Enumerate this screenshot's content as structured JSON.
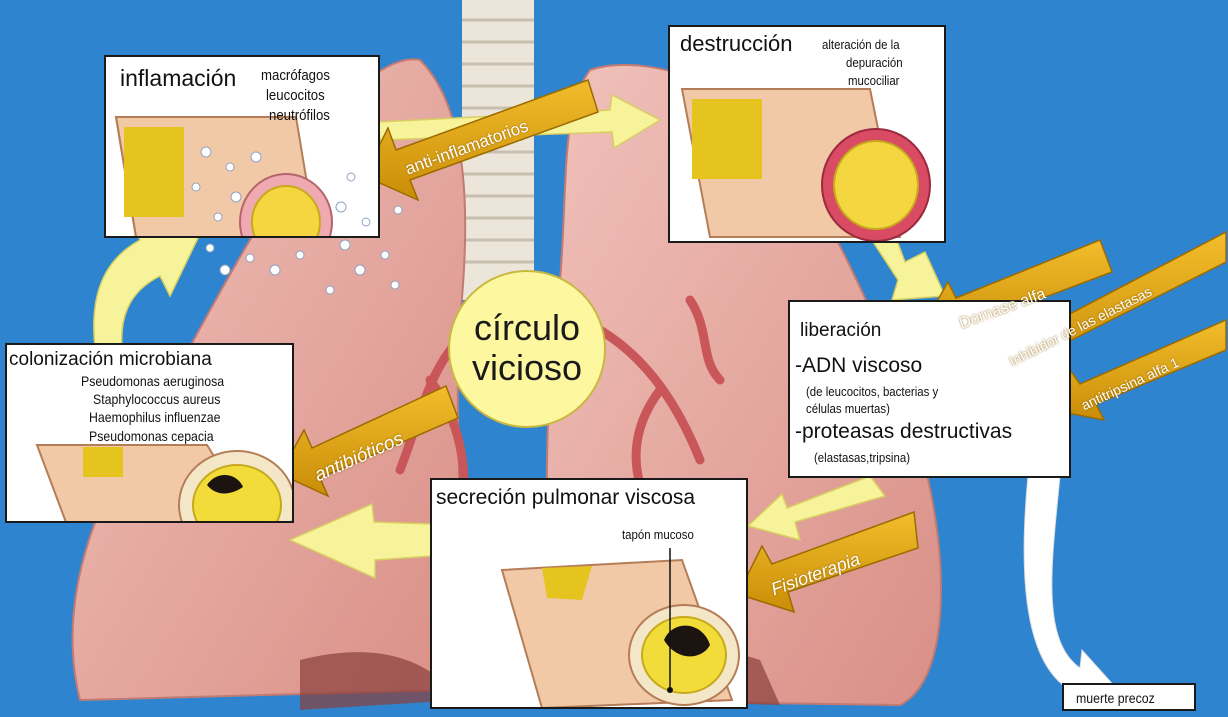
{
  "center": {
    "line1": "círculo",
    "line2": "vicioso"
  },
  "boxes": {
    "inflamacion": {
      "title": "inflamación",
      "cells": [
        "macrófagos",
        "leucocitos",
        "neutrófilos"
      ]
    },
    "destruccion": {
      "title": "destrucción",
      "note": [
        "alteración de la",
        "depuración",
        "mucociliar"
      ]
    },
    "liberacion": {
      "title": "liberación",
      "adn": "-ADN viscoso",
      "adn_note": [
        "(de leucocitos, bacterias y",
        "células muertas)"
      ],
      "proteasas": "-proteasas destructivas",
      "proteasas_note": "(elastasas,tripsina)"
    },
    "secrecion": {
      "title": "secreción pulmonar viscosa",
      "label": "tapón mucoso"
    },
    "colonizacion": {
      "title": "colonización microbiana",
      "organisms": [
        "Pseudomonas aeruginosa",
        "Staphylococcus aureus",
        "Haemophilus influenzae",
        "Pseudomonas cepacia"
      ]
    },
    "muerte": {
      "label": "muerte precoz"
    }
  },
  "treatments": {
    "antiinflamatorios": "anti-inflamatorios",
    "dornase": "Dornase alfa",
    "inhibidor": "Inhibidor de las elastasas",
    "antitripsina": "antitripsina alfa 1",
    "antibioticos": "antibióticos",
    "fisioterapia": "Fisioterapia"
  },
  "colors": {
    "background": "#2f84cf",
    "lung": "#e8aaa2",
    "arrow_cycle": "#f7f39a",
    "arrow_treatment": "#e2a60e",
    "circle": "#fdf7a0"
  }
}
